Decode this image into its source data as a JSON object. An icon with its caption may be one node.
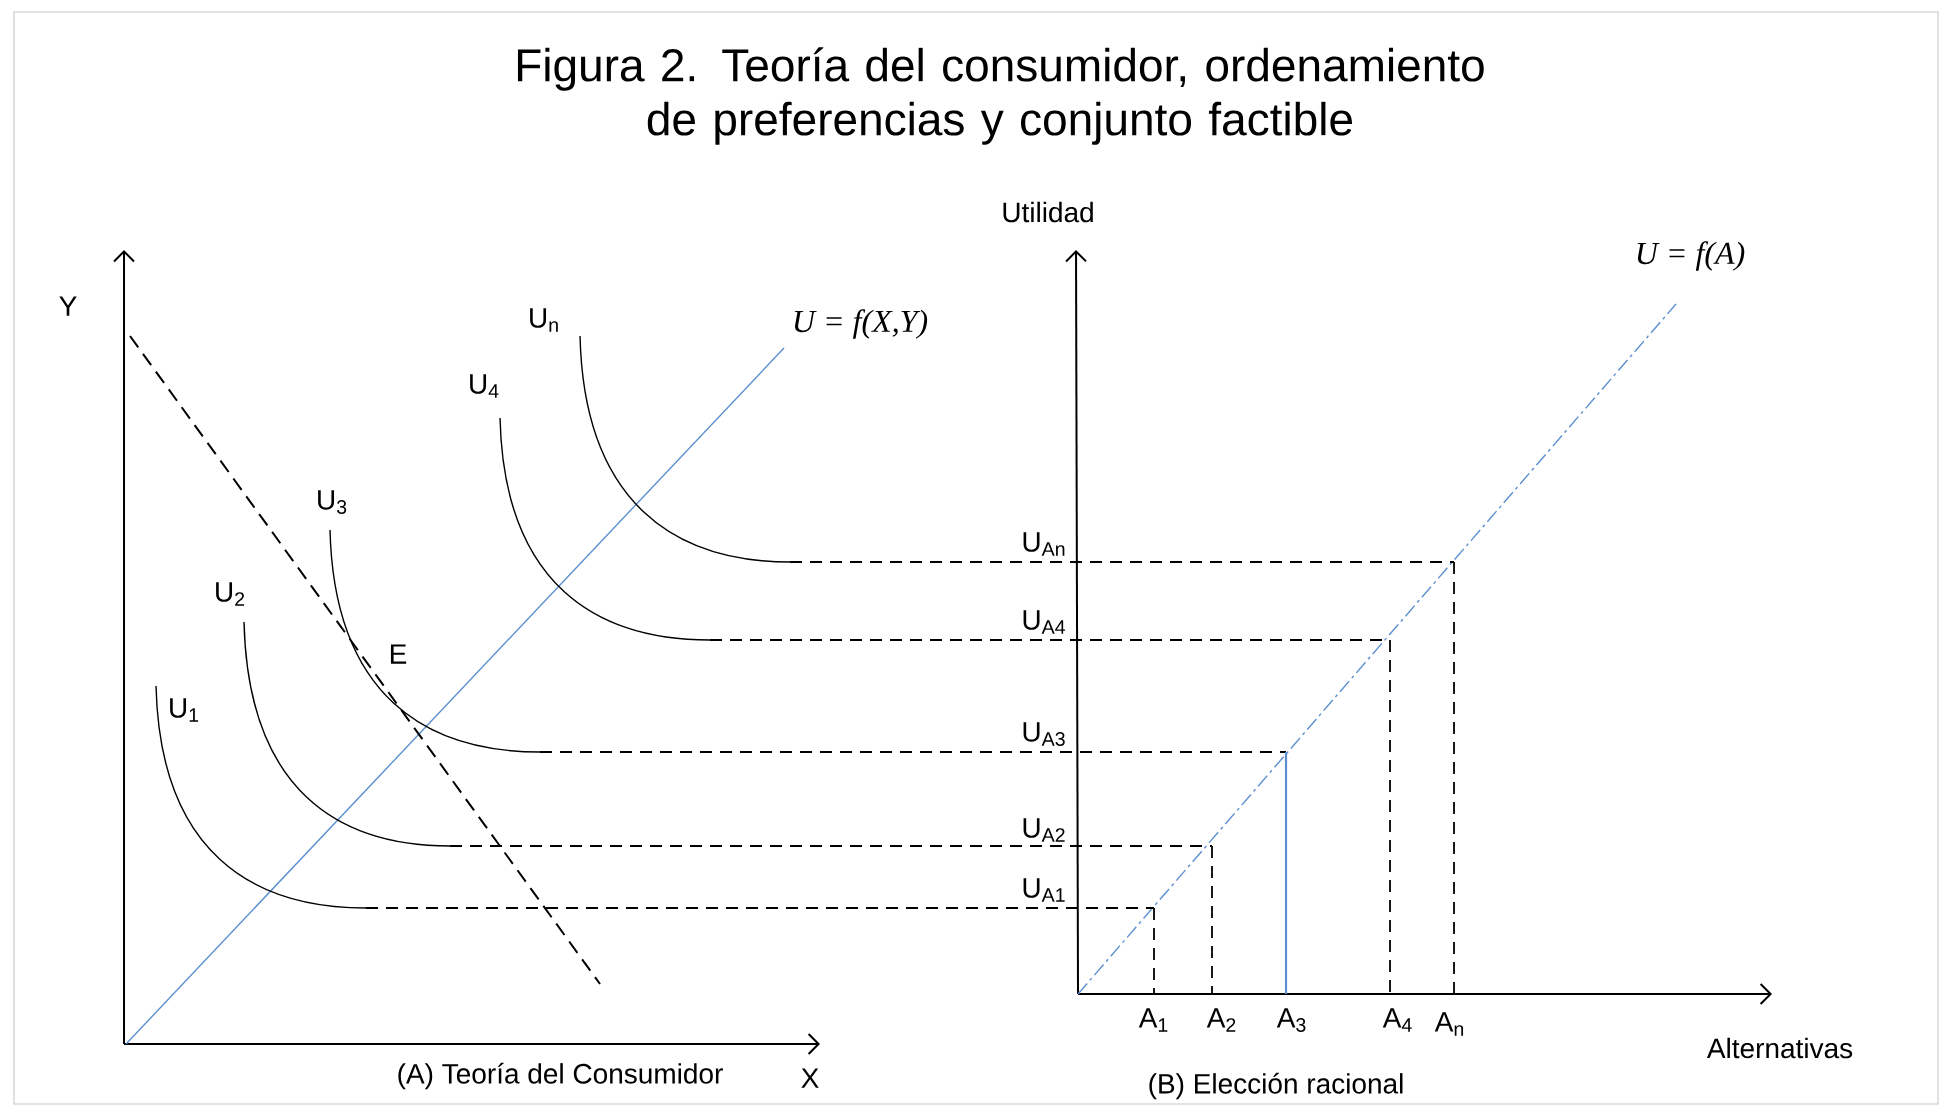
{
  "diagram": {
    "title": "Figura 2. Teoría del consumidor, ordenamiento de preferencias y conjunto factible",
    "labels": [
      "Utilidad",
      "U = f(A)",
      "Y",
      "U$_{n}$",
      "U = f(X,Y)",
      "U$_{4}$",
      "U$_{An}$",
      "U$_{3}$",
      "U$_{A4}$",
      "U$_{2}$",
      "E",
      "U$_{A3}$",
      "U$_{1}$",
      "U$_{A2}$",
      "U$_{A1}$",
      "X",
      "A$_{1}$",
      "A$_{2}$",
      "A$_{3}$",
      "A$_{4}$",
      "A$_{n}$",
      "Alternativas",
      "(A) Teoría del Consumidor",
      "(B) Elección racional"
    ]
  }
}
